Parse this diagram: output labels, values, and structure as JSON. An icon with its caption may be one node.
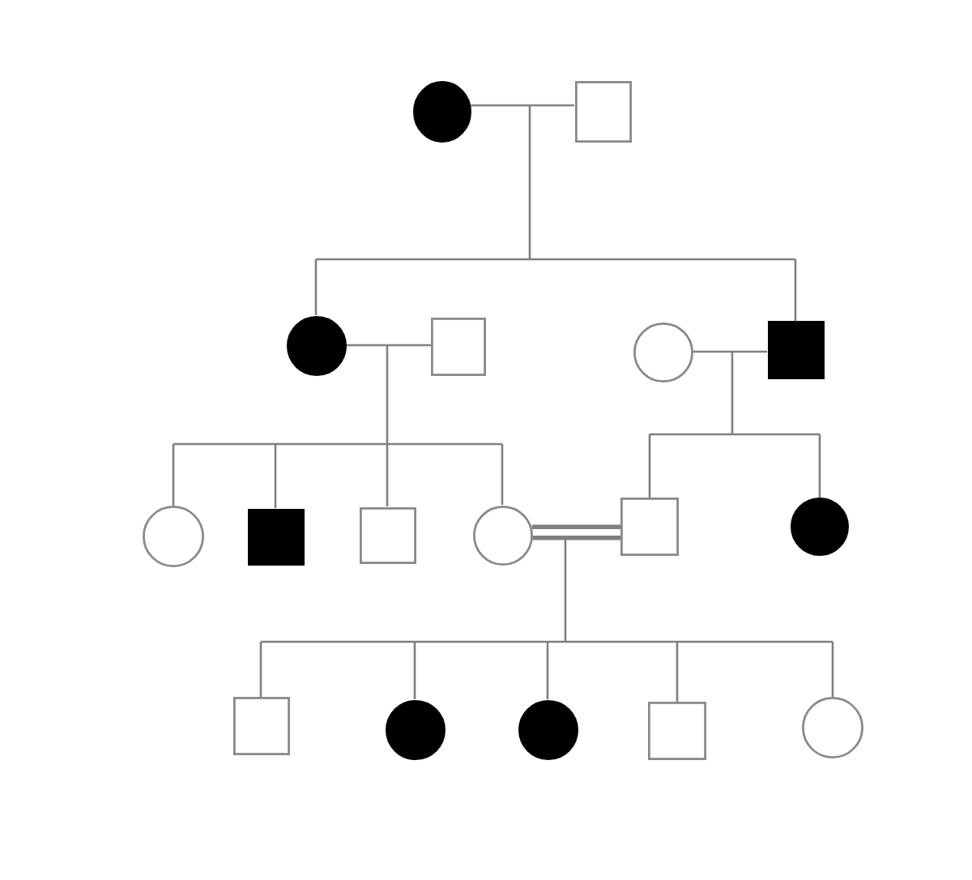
{
  "diagram": {
    "nodes": [
      {
        "text": [],
        "shape": "circle"
      },
      {
        "text": [],
        "shape": "box"
      },
      {
        "text": [],
        "shape": "circle"
      },
      {
        "text": [],
        "shape": "box"
      },
      {
        "text": [],
        "shape": "circle"
      },
      {
        "text": [],
        "shape": "box"
      },
      {
        "text": [],
        "shape": "circle"
      },
      {
        "text": [],
        "shape": "box"
      },
      {
        "text": [],
        "shape": "box"
      },
      {
        "text": [],
        "shape": "circle"
      },
      {
        "text": [],
        "shape": "box"
      },
      {
        "text": [],
        "shape": "circle"
      },
      {
        "text": [],
        "shape": "box"
      },
      {
        "text": [],
        "shape": "circle"
      },
      {
        "text": [],
        "shape": "circle"
      },
      {
        "text": [],
        "shape": "box"
      },
      {
        "text": [],
        "shape": "circle"
      }
    ],
    "edges": [
      {
        "from": 0,
        "to": 1,
        "arrow": "none"
      },
      {
        "from": 0,
        "to": 2,
        "arrow": "none"
      },
      {
        "from": 1,
        "to": 2,
        "arrow": "none"
      },
      {
        "from": 0,
        "to": 5,
        "arrow": "none"
      },
      {
        "from": 1,
        "to": 5,
        "arrow": "none"
      },
      {
        "from": 2,
        "to": 3,
        "arrow": "none"
      },
      {
        "from": 2,
        "to": 6,
        "arrow": "none"
      },
      {
        "from": 3,
        "to": 6,
        "arrow": "none"
      },
      {
        "from": 2,
        "to": 7,
        "arrow": "none"
      },
      {
        "from": 3,
        "to": 7,
        "arrow": "none"
      },
      {
        "from": 2,
        "to": 8,
        "arrow": "none"
      },
      {
        "from": 3,
        "to": 8,
        "arrow": "none"
      },
      {
        "from": 2,
        "to": 9,
        "arrow": "none"
      },
      {
        "from": 3,
        "to": 9,
        "arrow": "none"
      },
      {
        "from": 4,
        "to": 5,
        "arrow": "none"
      },
      {
        "from": 4,
        "to": 10,
        "arrow": "none"
      },
      {
        "from": 5,
        "to": 10,
        "arrow": "none"
      },
      {
        "from": 4,
        "to": 11,
        "arrow": "none"
      },
      {
        "from": 5,
        "to": 11,
        "arrow": "none"
      },
      {
        "from": 9,
        "to": 10,
        "arrow": "none",
        "style": "thick"
      },
      {
        "from": 9,
        "to": 12,
        "arrow": "none"
      },
      {
        "from": 10,
        "to": 12,
        "arrow": "none"
      },
      {
        "from": 9,
        "to": 13,
        "arrow": "none"
      },
      {
        "from": 10,
        "to": 13,
        "arrow": "none"
      },
      {
        "from": 9,
        "to": 14,
        "arrow": "none"
      },
      {
        "from": 10,
        "to": 14,
        "arrow": "none"
      },
      {
        "from": 9,
        "to": 15,
        "arrow": "none"
      },
      {
        "from": 10,
        "to": 15,
        "arrow": "none"
      },
      {
        "from": 9,
        "to": 16,
        "arrow": "none"
      },
      {
        "from": 10,
        "to": 16,
        "arrow": "none"
      }
    ]
  }
}
